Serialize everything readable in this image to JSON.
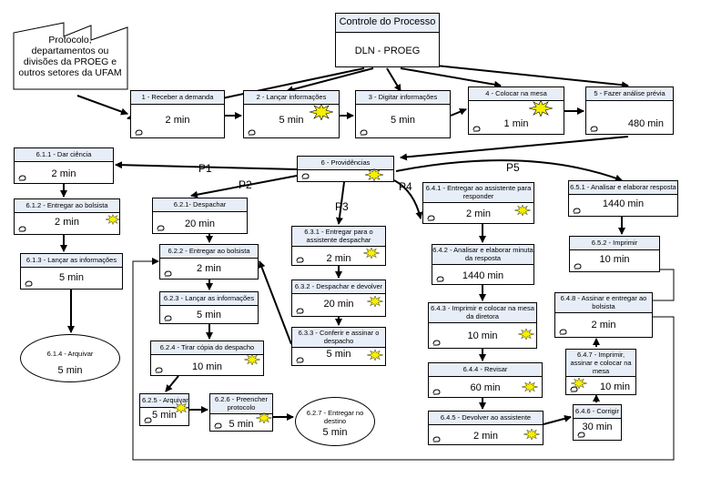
{
  "control": {
    "title": "Controle do Processo",
    "body": "DLN - PROEG"
  },
  "supplier": {
    "text": "Protocolo, departamentos ou divisões da PROEG e outros setores da UFAM"
  },
  "steps": {
    "s1": {
      "label": "1 - Receber a demanda",
      "time": "2 min"
    },
    "s2": {
      "label": "2 - Lançar informações",
      "time": "5 min"
    },
    "s3": {
      "label": "3 - Digitar informações",
      "time": "5 min"
    },
    "s4": {
      "label": "4 - Colocar na mesa",
      "time": "1 min"
    },
    "s5": {
      "label": "5 - Fazer análise prévia",
      "time": "480 min"
    },
    "s6": {
      "label": "6 - Providências"
    },
    "s611": {
      "label": "6.1.1 - Dar ciência",
      "time": "2 min"
    },
    "s612": {
      "label": "6.1.2 - Entregar ao bolsista",
      "time": "2 min"
    },
    "s613": {
      "label": "6.1.3 - Lançar as informações",
      "time": "5  min"
    },
    "s614": {
      "label": "6.1.4 - Arquivar",
      "time": "5 min"
    },
    "s621": {
      "label": "6.2.1- Despachar",
      "time": "20 min"
    },
    "s622": {
      "label": "6.2.2 - Entregar ao bolsista",
      "time": "2 min"
    },
    "s623": {
      "label": "6.2.3 - Lançar as informações",
      "time": "5 min"
    },
    "s624": {
      "label": "6.2.4 - Tirar cópia do despacho",
      "time": "10 min"
    },
    "s625": {
      "label": "6.2.5 - Arquivar",
      "time": "5 min"
    },
    "s626": {
      "label": "6.2.6 - Preencher protocolo",
      "time": "5 min"
    },
    "s627": {
      "label": "6.2.7 - Entregar no destino",
      "time": "5 min"
    },
    "s631": {
      "label": "6.3.1 - Entregar para o assistente despachar",
      "time": "2 min"
    },
    "s632": {
      "label": "6.3.2 - Despachar e devolver",
      "time": "20 min"
    },
    "s633": {
      "label": "6.3.3 - Conferir e assinar o despacho",
      "time": "5 min"
    },
    "s641": {
      "label": "6.4.1 - Entregar ao assistente para responder",
      "time": "2 min"
    },
    "s642": {
      "label": "6.4.2 - Analisar e elaborar minuta da resposta",
      "time": "1440 min"
    },
    "s643": {
      "label": "6.4.3 - Imprimir e colocar na mesa da diretora",
      "time": "10 min"
    },
    "s644": {
      "label": "6.4.4 - Revisar",
      "time": "60 min"
    },
    "s645": {
      "label": "6.4.5 - Devolver ao assistente",
      "time": "2 min"
    },
    "s646": {
      "label": "6.4.6 - Corrigir",
      "time": "30 min"
    },
    "s647": {
      "label": "6.4.7 - Imprimir, assinar e colocar na mesa",
      "time": "10 min"
    },
    "s648": {
      "label": "6.4.8 - Assinar e entregar ao bolsista",
      "time": "2 min"
    },
    "s651": {
      "label": "6.5.1 - Analisar e elaborar resposta",
      "time": "1440 min"
    },
    "s652": {
      "label": "6.5.2 - Imprimir",
      "time": "10 min"
    }
  },
  "paths": {
    "p1": "P1",
    "p2": "P2",
    "p3": "P3",
    "p4": "P4",
    "p5": "P5"
  }
}
